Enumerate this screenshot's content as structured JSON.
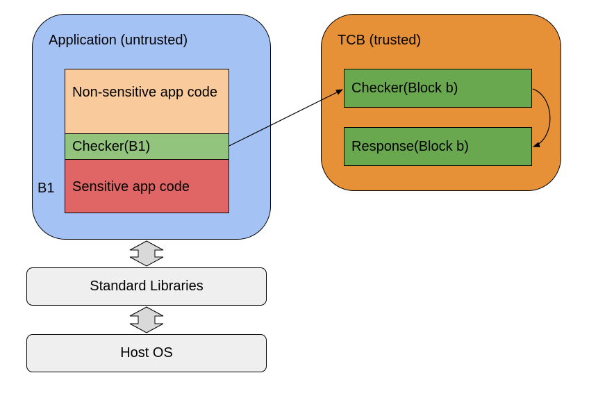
{
  "application": {
    "title": "Application (untrusted)",
    "block_label": "B1",
    "non_sensitive": "Non-sensitive app code",
    "checker": "Checker(B1)",
    "sensitive": "Sensitive app code",
    "fill_color": "#a4c2f4",
    "non_sensitive_color": "#f9cb9c",
    "checker_color": "#93c47d",
    "sensitive_color": "#e06666"
  },
  "tcb": {
    "title": "TCB (trusted)",
    "checker": "Checker(Block b)",
    "response": "Response(Block b)",
    "fill_color": "#e69138",
    "item_color": "#6aa84f"
  },
  "layers": {
    "standard_libraries": "Standard Libraries",
    "host_os": "Host OS",
    "fill_color": "#efefef"
  }
}
